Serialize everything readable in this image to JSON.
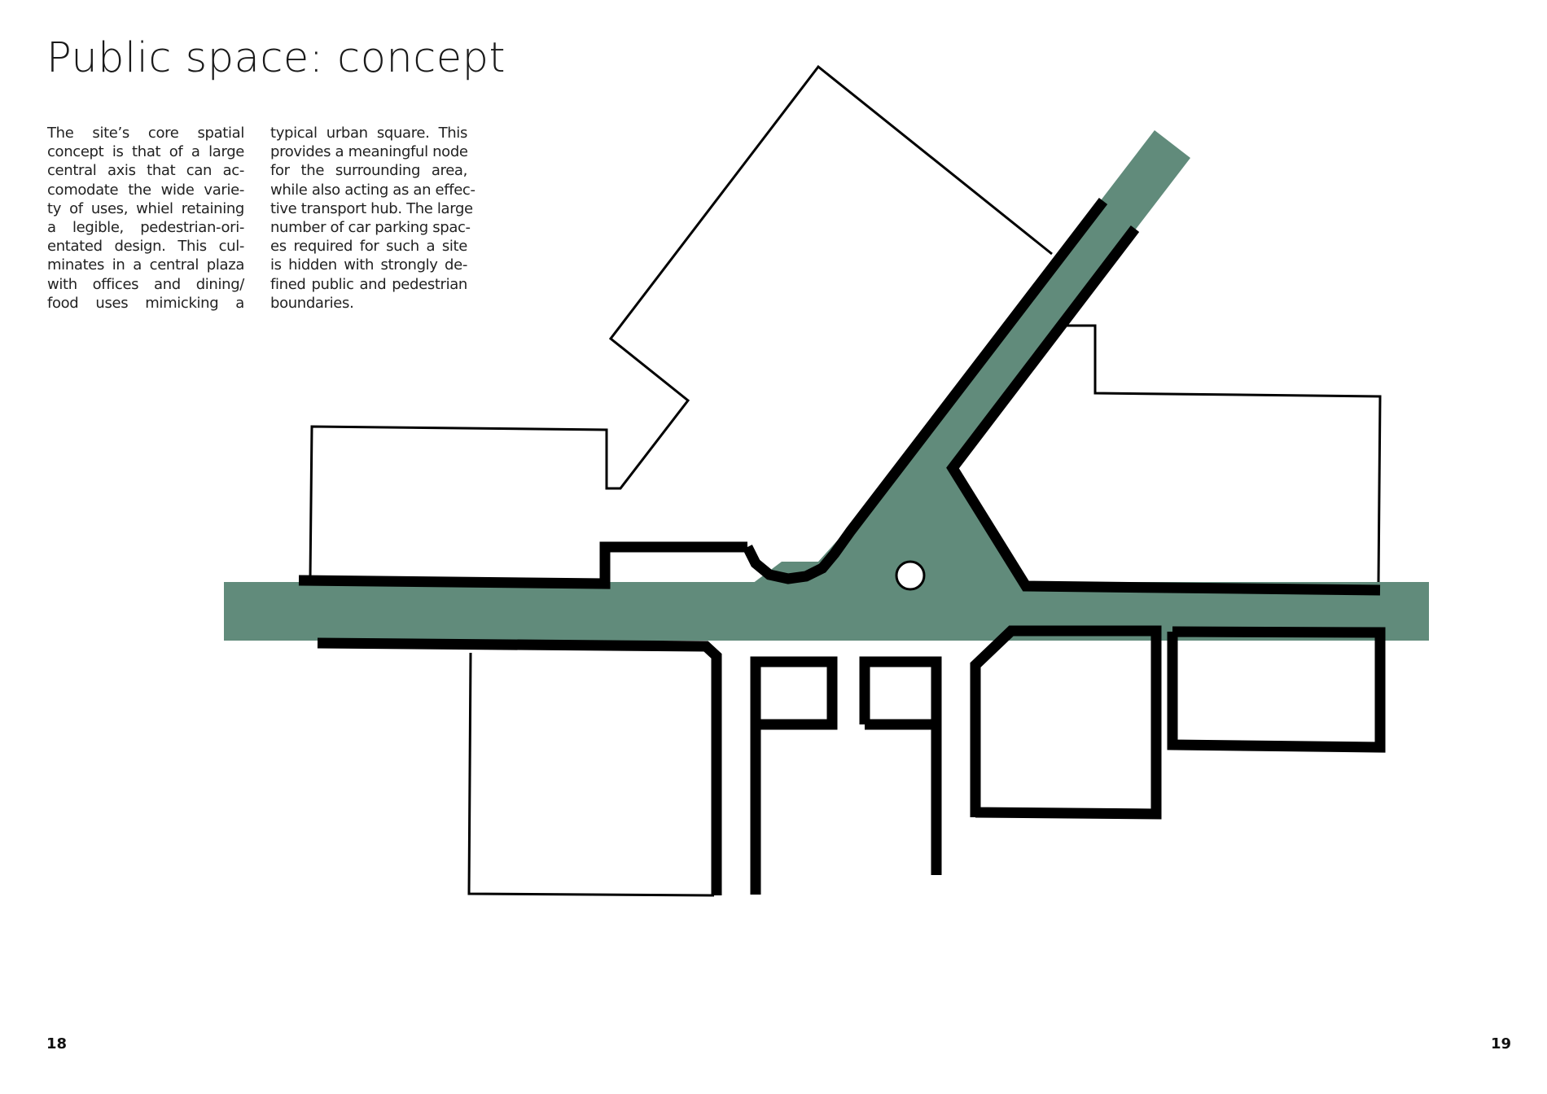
{
  "page": {
    "title": "Public space: concept",
    "body_column_1": [
      "The site’s core spatial",
      "concept is that of a large",
      "central axis that can ac-",
      "comodate the wide varie-",
      "ty of uses, whiel retaining",
      "a legible, pedestrian-ori-",
      "entated design. This cul-",
      "minates in a central plaza",
      "with offices and dining/",
      "food uses mimicking a"
    ],
    "body_column_2": [
      "typical urban square. This",
      "provides a meaningful node",
      "for the surrounding area,",
      "while also acting as an effec-",
      "tive transport hub. The large",
      "number of car parking spac-",
      "es required for such a site",
      "is hidden with strongly de-",
      "fined public and pedestrian",
      "boundaries."
    ],
    "page_number_left": "18",
    "page_number_right": "19"
  },
  "diagram": {
    "colors": {
      "public_space": "#618b7b",
      "edge": "#000000",
      "building_outline": "#000000",
      "background": "#ffffff"
    }
  }
}
